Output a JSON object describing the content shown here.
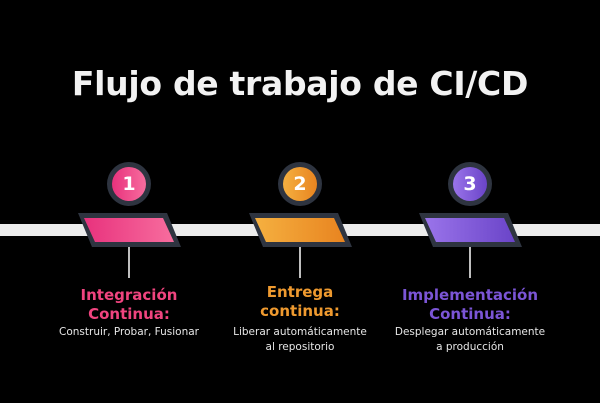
{
  "title": "Flujo de trabajo de CI/CD",
  "colors": {
    "background": "#000000",
    "track": "#ececec",
    "badge_ring": "#2e3440",
    "step1": "#f0447f",
    "step2": "#ef9a2f",
    "step3": "#7b55d6"
  },
  "steps": [
    {
      "number": "1",
      "title_line1": "Integración",
      "title_line2": "Continua:",
      "desc_line1": "Construir, Probar, Fusionar",
      "desc_line2": ""
    },
    {
      "number": "2",
      "title_line1": "Entrega",
      "title_line2": "continua:",
      "desc_line1": "Liberar automáticamente",
      "desc_line2": "al repositorio"
    },
    {
      "number": "3",
      "title_line1": "Implementación",
      "title_line2": "Continua:",
      "desc_line1": "Desplegar automáticamente",
      "desc_line2": "a producción"
    }
  ]
}
